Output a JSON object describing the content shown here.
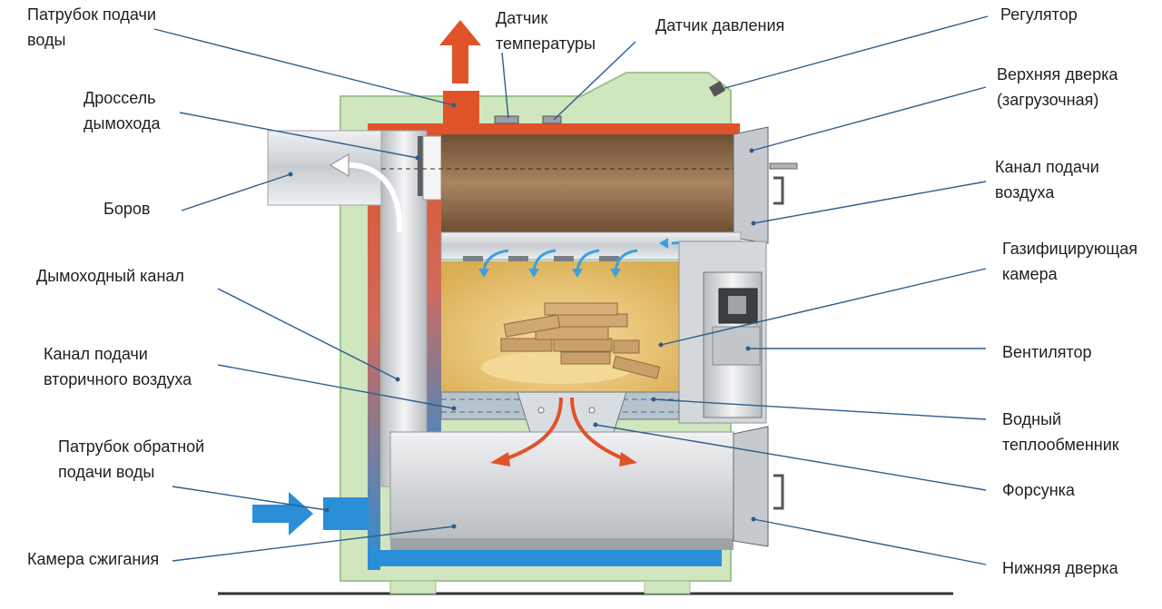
{
  "labels": {
    "water_outlet": "Патрубок подачи\nводы",
    "temp_sensor": "Датчик\nтемпературы",
    "pressure_sensor": "Датчик давления",
    "regulator": "Регулятор",
    "flue_throttle": "Дроссель\nдымохода",
    "upper_door": "Верхняя дверка\n(загрузочная)",
    "air_channel": "Канал подачи\nвоздуха",
    "borov": "Боров",
    "gasification_chamber": "Газифицирующая\nкамера",
    "flue_channel": "Дымоходный канал",
    "fan": "Вентилятор",
    "secondary_air_channel": "Канал подачи\nвторичного воздуха",
    "water_heat_exchanger": "Водный\nтеплообменник",
    "return_water_inlet": "Патрубок обратной\nподачи воды",
    "nozzle": "Форсунка",
    "combustion_chamber": "Камера сжигания",
    "lower_door": "Нижняя дверка"
  },
  "colors": {
    "casing": "#cfe6bf",
    "casing_border": "#9ec58d",
    "hot_pipe": "#e0532a",
    "cold_pipe": "#2a8fd8",
    "loading_chamber": "#8c6b4a",
    "gasification_fill": "#e9c66e",
    "steel": "#c8ccd0",
    "leader_line": "#2f5d8a"
  }
}
